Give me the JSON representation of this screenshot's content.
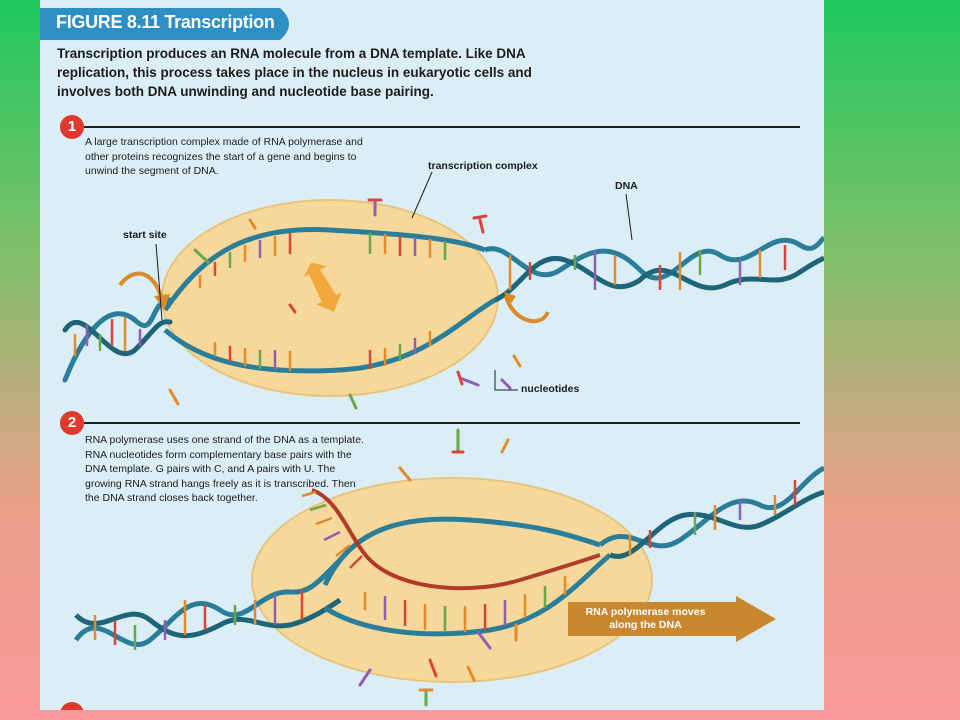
{
  "figure": {
    "title": "FIGURE 8.11 Transcription",
    "intro": "Transcription produces an RNA molecule from a DNA template. Like DNA replication, this process takes place in the nucleus in eukaryotic cells and involves both DNA unwinding and nucleotide base pairing.",
    "colors": {
      "panel": "#dbeef6",
      "tab": "#2e8fc4",
      "complex": "#f6d99a",
      "dna": "#2a7e9a",
      "rna": "#b23a2a",
      "arrow": "#c98830",
      "step_badge": "#e03a2e"
    }
  },
  "steps": [
    {
      "number": "1",
      "text": "A large transcription complex made of RNA polymerase and other proteins recognizes the start of a gene and begins to unwind the segment of DNA."
    },
    {
      "number": "2",
      "text": "RNA polymerase uses one strand of the DNA as a template. RNA nucleotides form complementary base pairs with the DNA template. G pairs with C, and A pairs with U. The growing RNA strand hangs freely as it is transcribed. Then the DNA strand closes back together."
    }
  ],
  "labels": {
    "transcription_complex": "transcription complex",
    "dna": "DNA",
    "start_site": "start site",
    "nucleotides": "nucleotides",
    "polymerase_arrow": "RNA polymerase moves along the DNA"
  }
}
